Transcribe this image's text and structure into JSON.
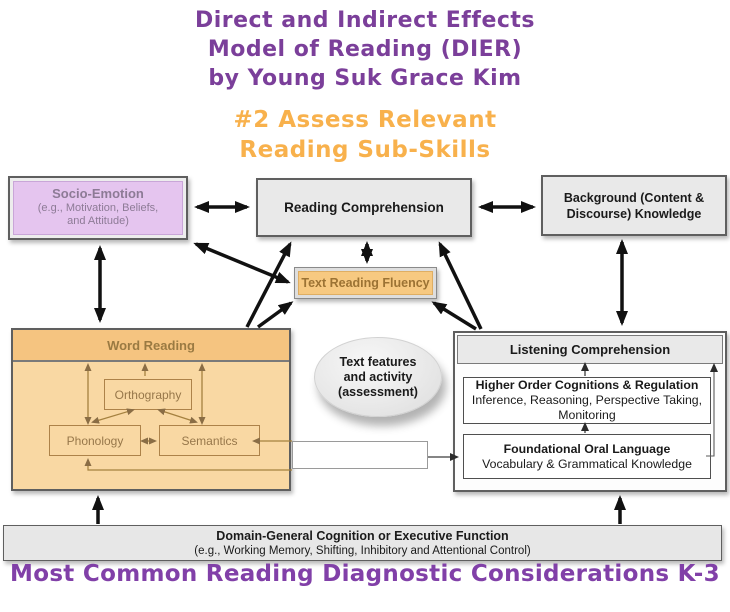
{
  "title": {
    "line1": "Direct and Indirect Effects",
    "line2": "Model of Reading (DIER)",
    "line3": "by Young Suk Grace Kim"
  },
  "subtitle": {
    "line1": "#2 Assess Relevant",
    "line2": "Reading Sub-Skills"
  },
  "diagram": {
    "socio_emotion": {
      "title": "Socio-Emotion",
      "subtitle": "(e.g., Motivation, Beliefs, and Attitude)"
    },
    "reading_comprehension": {
      "label": "Reading Comprehension"
    },
    "background_knowledge": {
      "label": "Background (Content & Discourse) Knowledge"
    },
    "text_reading_fluency": {
      "label": "Text Reading Fluency"
    },
    "word_reading": {
      "title": "Word Reading",
      "orthography": "Orthography",
      "phonology": "Phonology",
      "semantics": "Semantics"
    },
    "text_features": {
      "label": "Text features and activity (assessment)"
    },
    "listening_comprehension": {
      "title": "Listening Comprehension",
      "higher_order": {
        "title": "Higher Order Cognitions & Regulation",
        "body": "Inference, Reasoning, Perspective Taking, Monitoring"
      },
      "foundational": {
        "title": "Foundational Oral Language",
        "body": "Vocabulary & Grammatical Knowledge"
      }
    },
    "domain_general": {
      "title": "Domain-General Cognition or Executive Function",
      "subtitle": "(e.g., Working Memory, Shifting, Inhibitory and Attentional Control)"
    }
  },
  "footer": {
    "text": "Most Common Reading Diagnostic Considerations K-3"
  },
  "colors": {
    "title_purple": "#7b3f9a",
    "footer_purple": "#8140a8",
    "subtitle_orange": "#f8b14c",
    "box_gray": "#e9e9e9",
    "lavender_fill": "#e5c5ef",
    "orange_header": "#f5c480",
    "orange_body": "#f9d8a3",
    "orange_fluency": "#f7c981",
    "brown_text": "#97774a",
    "arrow_black": "#111111"
  }
}
